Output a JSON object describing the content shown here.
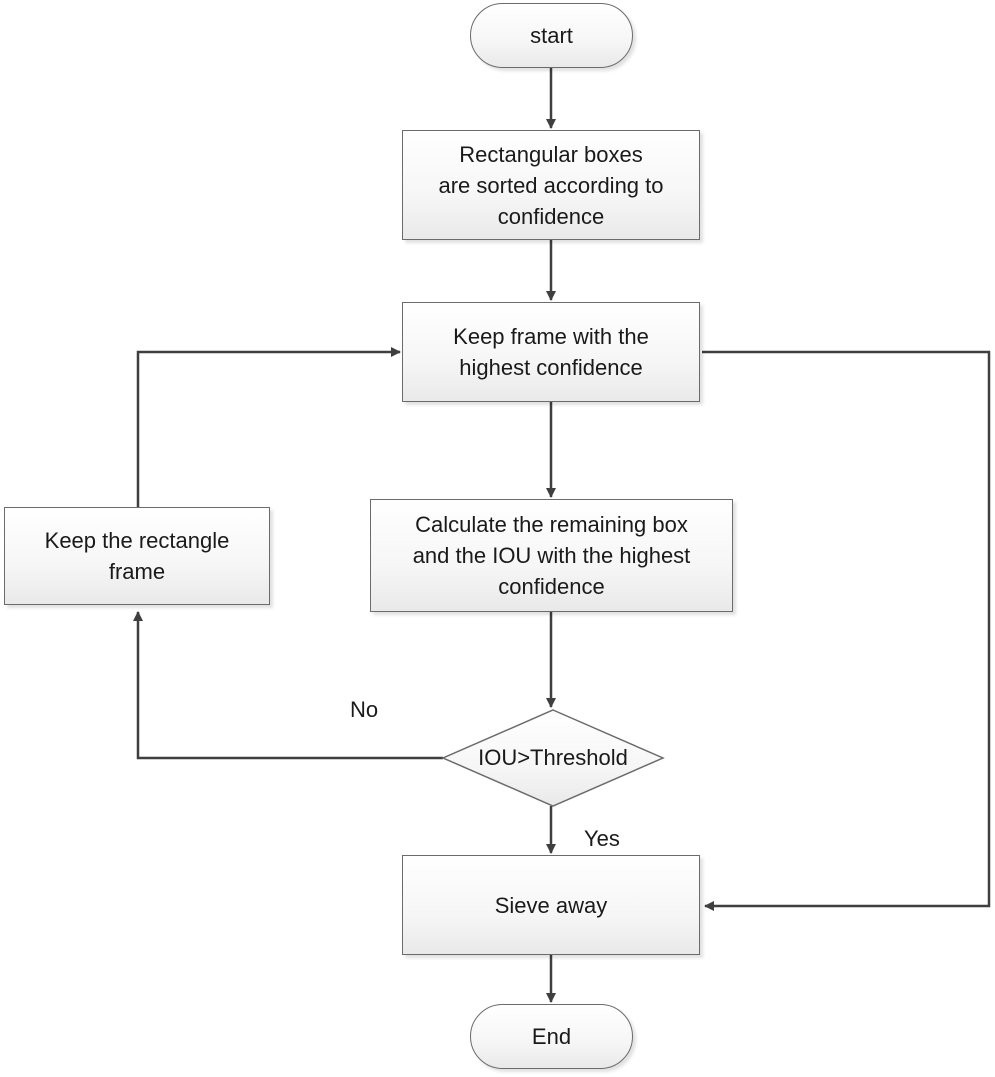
{
  "nodes": {
    "start": "start",
    "sort": "Rectangular boxes\nare sorted according to\nconfidence",
    "keep_highest": "Keep frame with the\nhighest confidence",
    "calculate": "Calculate the remaining box\nand the IOU with the highest\nconfidence",
    "keep_rect": "Keep the rectangle\nframe",
    "decision": "IOU>Threshold",
    "sieve": "Sieve away",
    "end": "End"
  },
  "edges": {
    "no_label": "No",
    "yes_label": "Yes"
  },
  "colors": {
    "line": "#3f3f3f",
    "border": "#6b6b6b",
    "fill_top": "#ffffff",
    "fill_bottom": "#e9e9e9"
  }
}
